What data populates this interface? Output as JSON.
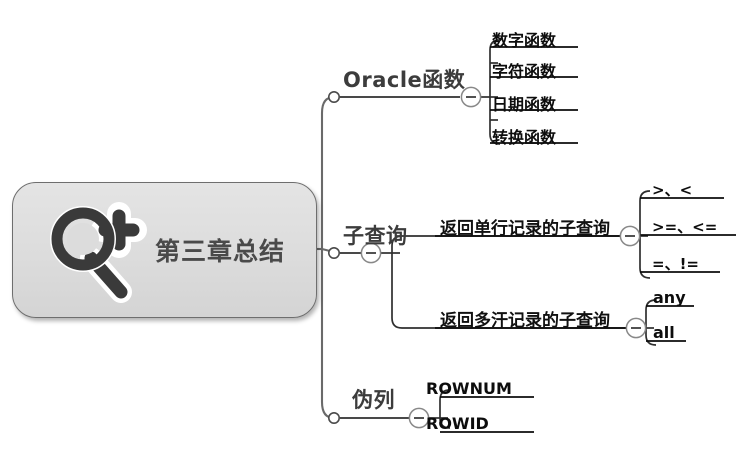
{
  "diagram": {
    "type": "mindmap",
    "title": "第三章总结",
    "root": {
      "label": "第三章总结",
      "icon": "magnifier-plus-icon",
      "fill": "#dcdcdc",
      "border": "#6e6e6e"
    },
    "branches": [
      {
        "label": "Oracle函数",
        "toggle": "collapse-minus-icon",
        "children": [
          {
            "label": "数字函数"
          },
          {
            "label": "字符函数"
          },
          {
            "label": "日期函数"
          },
          {
            "label": "转换函数"
          }
        ]
      },
      {
        "label": "子查询",
        "toggle": "collapse-minus-icon",
        "children": [
          {
            "label": "返回单行记录的子查询",
            "toggle": "collapse-minus-icon",
            "children": [
              {
                "label": ">、<"
              },
              {
                "label": ">=、<="
              },
              {
                "label": "=、!="
              }
            ]
          },
          {
            "label": "返回多汗记录的子查询",
            "toggle": "collapse-minus-icon",
            "children": [
              {
                "label": "any"
              },
              {
                "label": "all"
              }
            ]
          }
        ]
      },
      {
        "label": "伪列",
        "toggle": "collapse-minus-icon",
        "children": [
          {
            "label": "ROWNUM"
          },
          {
            "label": "ROWID"
          }
        ]
      }
    ]
  },
  "colors": {
    "line": "#3b3b3b",
    "trunk": "#6a6a6a",
    "text": "#0d0d0d",
    "branch_text": "#3c3c3c",
    "root_text": "#4a4a4a",
    "background": "#ffffff"
  }
}
